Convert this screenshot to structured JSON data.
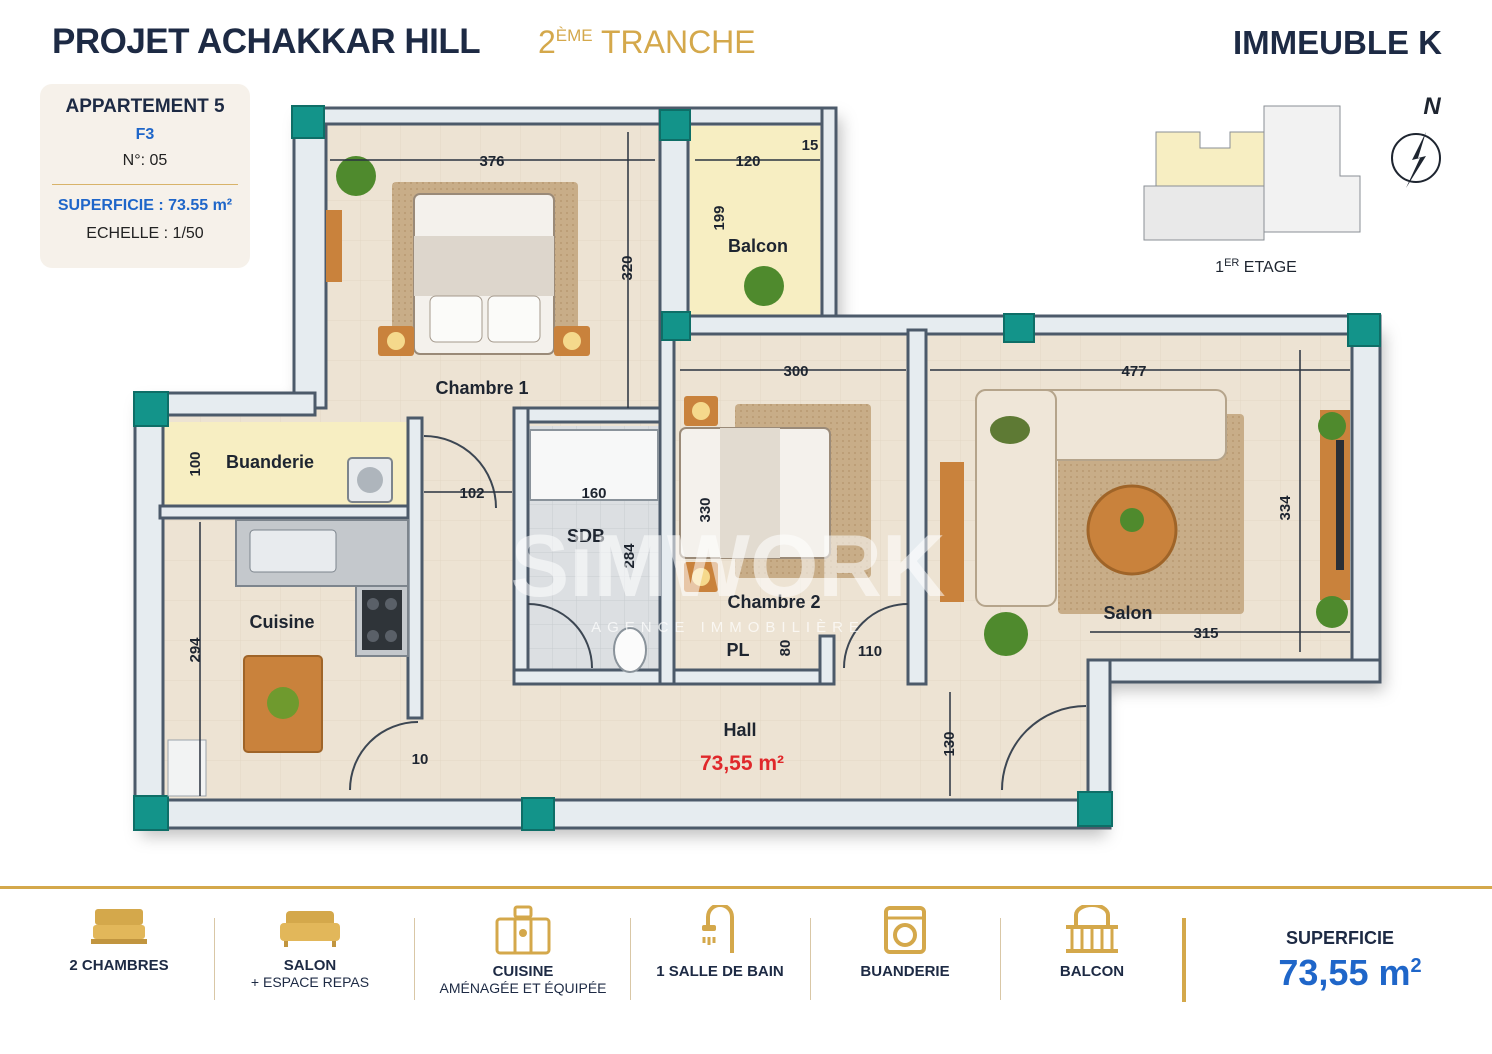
{
  "header": {
    "project": "PROJET ACHAKKAR HILL",
    "tranche_num": "2",
    "tranche_sup": "ÈME",
    "tranche_word": "TRANCHE",
    "building": "IMMEUBLE K"
  },
  "apartment": {
    "name": "APPARTEMENT 5",
    "type": "F3",
    "number": "N°: 05",
    "surface": "SUPERFICIE : 73.55 m²",
    "scale": "ECHELLE : 1/50"
  },
  "floor_key": {
    "floor_num": "1",
    "floor_sup": "ER",
    "floor_word": "ETAGE",
    "compass": "N"
  },
  "rooms": {
    "chambre1": "Chambre 1",
    "balcon": "Balcon",
    "buanderie": "Buanderie",
    "sdb": "SDB",
    "chambre2": "Chambre 2",
    "salon": "Salon",
    "cuisine": "Cuisine",
    "pl": "PL",
    "hall": "Hall",
    "hall_area": "73,55 m²"
  },
  "dimensions": {
    "d376": "376",
    "d120": "120",
    "d15": "15",
    "d199": "199",
    "d320": "320",
    "d300": "300",
    "d477": "477",
    "d100": "100",
    "d102": "102",
    "d160": "160",
    "d330": "330",
    "d284": "284",
    "d334": "334",
    "d315": "315",
    "d294": "294",
    "d80": "80",
    "d110": "110",
    "d130": "130",
    "d10": "10"
  },
  "watermark": {
    "brand": "SiMWORK",
    "tagline": "AGENCE IMMOBILIÈRE"
  },
  "features": [
    {
      "icon": "bed-icon",
      "line1": "2 CHAMBRES",
      "line2": ""
    },
    {
      "icon": "sofa-icon",
      "line1": "SALON",
      "line2": "+ ESPACE REPAS"
    },
    {
      "icon": "kitchen-icon",
      "line1": "CUISINE",
      "line2": "AMÉNAGÉE ET ÉQUIPÉE"
    },
    {
      "icon": "shower-icon",
      "line1": "1 SALLE DE BAIN",
      "line2": ""
    },
    {
      "icon": "washing-machine-icon",
      "line1": "BUANDERIE",
      "line2": ""
    },
    {
      "icon": "balcony-icon",
      "line1": "BALCON",
      "line2": ""
    }
  ],
  "summary": {
    "label": "SUPERFICIE",
    "value": "73,55 m",
    "unit_sup": "2"
  },
  "colors": {
    "navy": "#1d2a44",
    "gold": "#d4a84b",
    "blue": "#1f66c9",
    "teal": "#13948a",
    "red": "#e0282b"
  }
}
